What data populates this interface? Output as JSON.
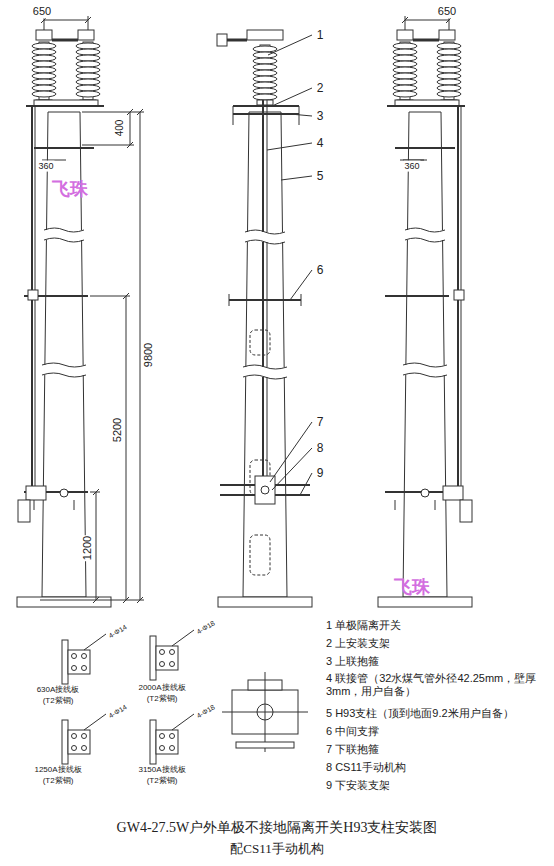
{
  "diagram": {
    "title": "GW4-27.5W户外单极不接地隔离开关H93支柱安装图",
    "caption": "配CS11手动机构",
    "labels": [
      "650",
      "650",
      "400",
      "360",
      "360",
      "9800",
      "5200",
      "1200",
      "飞珠",
      "飞珠",
      "1",
      "2",
      "3",
      "4",
      "5",
      "6",
      "7",
      "8",
      "9",
      "1 单极隔离开关",
      "2 上安装支架",
      "3 上联抱箍",
      "4 联接管（32水煤气管外径42.25mm，壁厚3mm，用户自备）",
      "5 H93支柱（顶到地面9.2米用户自备）",
      "6 中间支撑",
      "7 下联抱箍",
      "8 CS11手动机构",
      "9 下安装支架",
      "630A接线板",
      "(T2紫铜)",
      "2000A接线板",
      "(T2紫铜)",
      "1250A接线板",
      "(T2紫铜)",
      "3150A接线板",
      "(T2紫铜)",
      "4-Φ14",
      "4-Φ18",
      "4-Φ14",
      "4-Φ18"
    ]
  }
}
